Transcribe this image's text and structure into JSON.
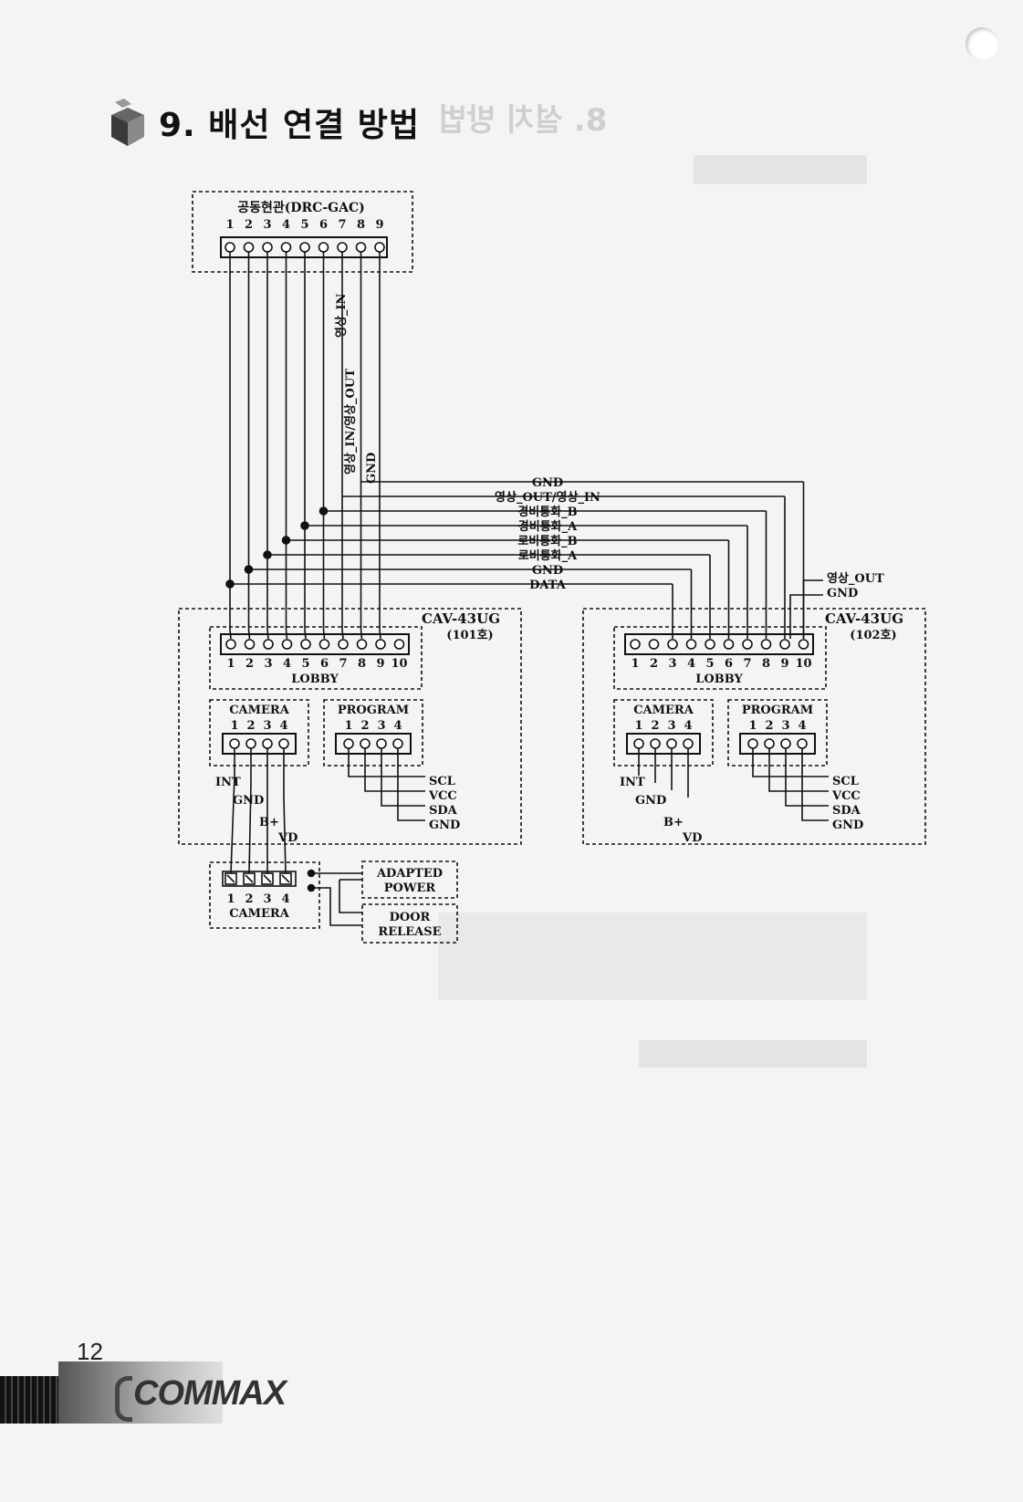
{
  "page": {
    "section_title": "9. 배선 연결 방법",
    "page_number": "12",
    "brand": "COMMAX"
  },
  "diagram": {
    "gate_panel": {
      "title": "공동현관(DRC-GAC)",
      "pins": [
        "1",
        "2",
        "3",
        "4",
        "5",
        "6",
        "7",
        "8",
        "9"
      ],
      "vertical_labels": [
        "영상_IN",
        "영상_IN/영상_OUT",
        "GND"
      ]
    },
    "bus_labels": [
      "GND",
      "영상_OUT/영상_IN",
      "경비통화_B",
      "경비통화_A",
      "로비통화_B",
      "로비통화_A",
      "GND",
      "DATA"
    ],
    "side_labels": [
      "영상_OUT",
      "GND"
    ],
    "units": [
      {
        "model": "CAV-43UG",
        "unit": "(101호)",
        "lobby_label": "LOBBY",
        "lobby_pins": [
          "1",
          "2",
          "3",
          "4",
          "5",
          "6",
          "7",
          "8",
          "9",
          "10"
        ],
        "camera_label": "CAMERA",
        "camera_pins": [
          "1",
          "2",
          "3",
          "4"
        ],
        "program_label": "PROGRAM",
        "program_pins": [
          "1",
          "2",
          "3",
          "4"
        ],
        "camera_wires": [
          "INT",
          "GND",
          "B+",
          "VD"
        ],
        "program_wires": [
          "SCL",
          "VCC",
          "SDA",
          "GND"
        ]
      },
      {
        "model": "CAV-43UG",
        "unit": "(102호)",
        "lobby_label": "LOBBY",
        "lobby_pins": [
          "1",
          "2",
          "3",
          "4",
          "5",
          "6",
          "7",
          "8",
          "9",
          "10"
        ],
        "camera_label": "CAMERA",
        "camera_pins": [
          "1",
          "2",
          "3",
          "4"
        ],
        "program_label": "PROGRAM",
        "program_pins": [
          "1",
          "2",
          "3",
          "4"
        ],
        "camera_wires": [
          "INT",
          "GND",
          "B+",
          "VD"
        ],
        "program_wires": [
          "SCL",
          "VCC",
          "SDA",
          "GND"
        ]
      }
    ],
    "door_camera": {
      "label": "CAMERA",
      "pins": [
        "1",
        "2",
        "3",
        "4"
      ]
    },
    "adapted_power": [
      "ADAPTED",
      "POWER"
    ],
    "door_release": [
      "DOOR",
      "RELEASE"
    ]
  }
}
